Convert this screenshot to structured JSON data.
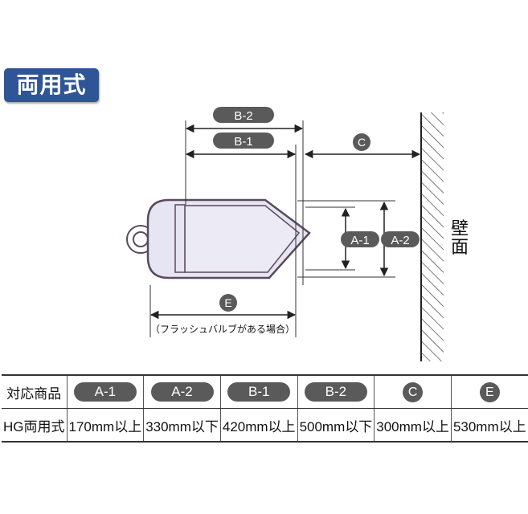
{
  "title": "両用式",
  "diagram": {
    "labels": {
      "b2": "B-2",
      "b1": "B-1",
      "c": "C",
      "a1": "A-1",
      "a2": "A-2",
      "e": "E",
      "wall_top": "壁",
      "wall_bottom": "面",
      "e_note": "（フラッシュバルブがある場合）"
    }
  },
  "table": {
    "header_label": "対応商品",
    "columns": [
      "A-1",
      "A-2",
      "B-1",
      "B-2",
      "C",
      "E"
    ],
    "row_label": "HG両用式",
    "values": [
      "170mm以上",
      "330mm以下",
      "420mm以上",
      "500mm以下",
      "300mm以上",
      "530mm以上"
    ]
  },
  "colors": {
    "title_bg": "#2f5597",
    "pill_bg": "#5a5a5a",
    "tank_fill": "#e6e5f3",
    "tank_stroke": "#5b4a5b"
  }
}
